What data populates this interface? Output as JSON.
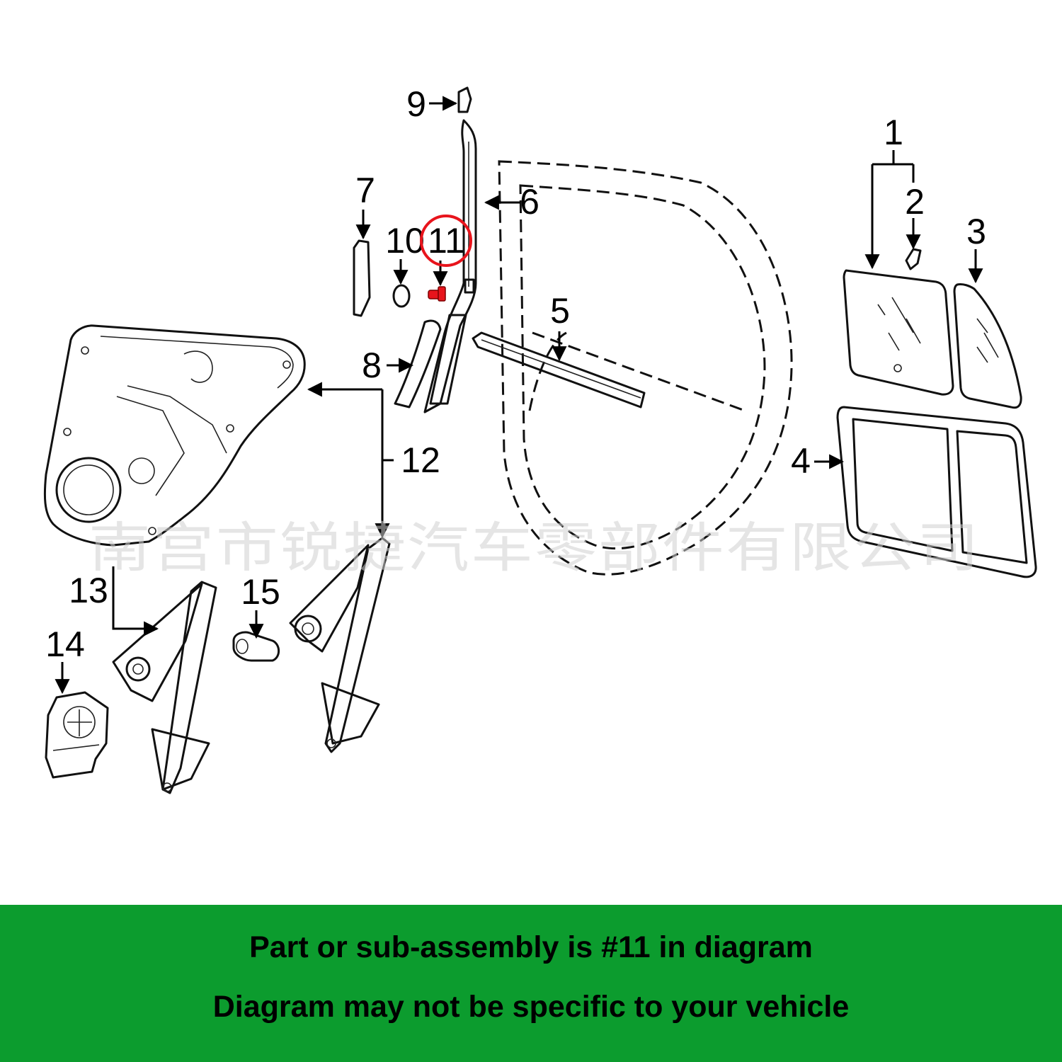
{
  "callouts": [
    "1",
    "2",
    "3",
    "4",
    "5",
    "6",
    "7",
    "8",
    "9",
    "10",
    "11",
    "12",
    "13",
    "14",
    "15"
  ],
  "highlight": {
    "callout": "11",
    "color": "#e8141c"
  },
  "watermark": "南宫市锐捷汽车零部件有限公司",
  "banner": {
    "background": "#0c9c2e",
    "line1": "Part or sub-assembly is #11 in diagram",
    "line2": "Diagram may not be specific to your vehicle"
  }
}
